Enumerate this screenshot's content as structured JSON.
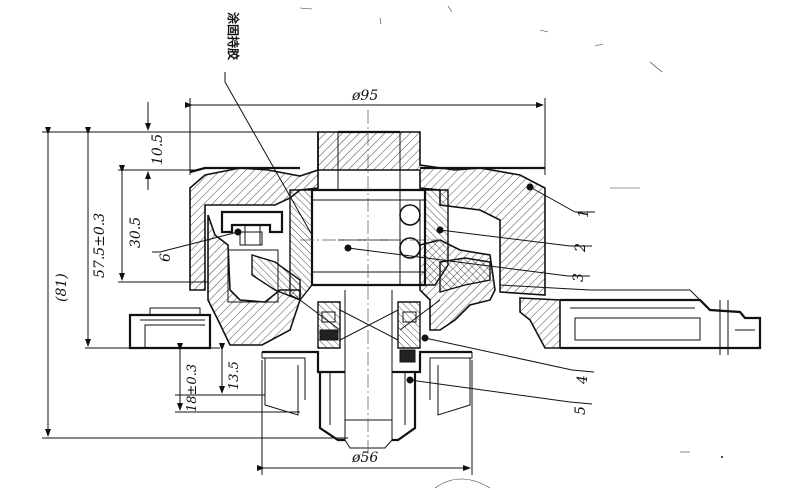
{
  "annotation": {
    "coating_note": "涂固持胶"
  },
  "dimensions": {
    "top_diameter": "ø95",
    "bottom_diameter": "ø56",
    "dim_10_5": "10.5",
    "dim_30_5": "30.5",
    "dim_57_5": "57.5±0.3",
    "dim_81": "(81)",
    "dim_13_5": "13.5",
    "dim_18": "18±0.3"
  },
  "part_labels": [
    "1",
    "2",
    "3",
    "4",
    "5",
    "6"
  ]
}
